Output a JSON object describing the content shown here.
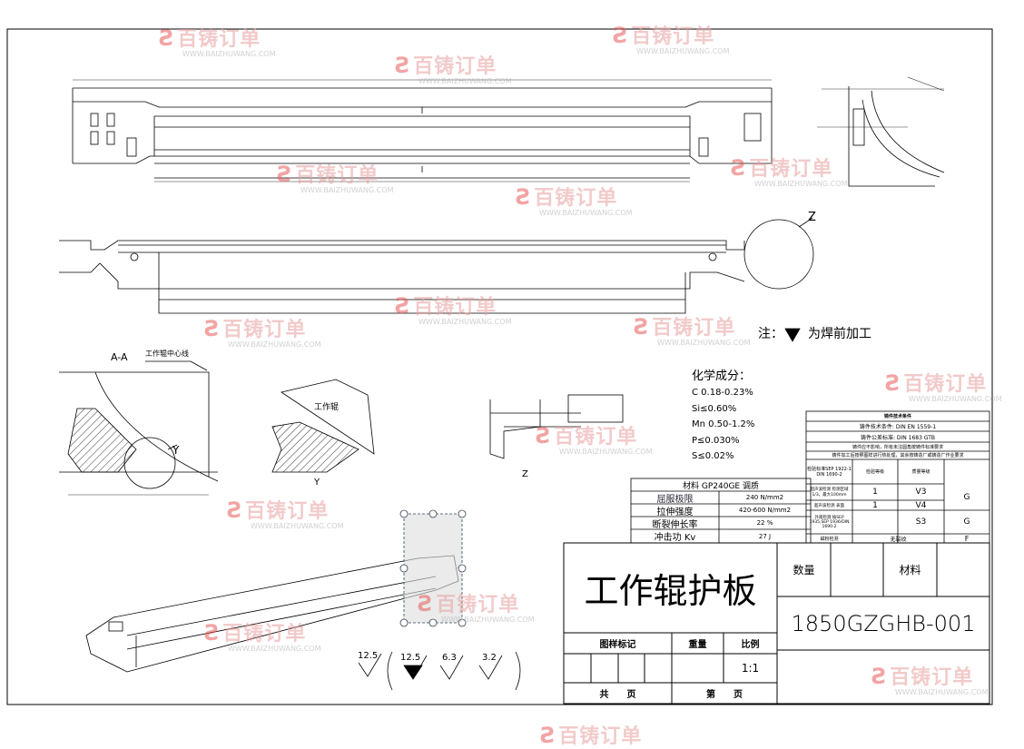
{
  "watermark": {
    "brand": "百铸订单",
    "url": "WWW.BAIZHUWANG.COM"
  },
  "views": {
    "section_label": "A-A",
    "roll_centerline_label": "工作辊中心线",
    "detail_y_label": "Y",
    "detail_z_label": "Z",
    "work_roll_label": "工作辊"
  },
  "note": {
    "prefix": "注：",
    "text": "为焊前加工"
  },
  "chemistry": {
    "title": "化学成分：",
    "lines": [
      "C 0.18-0.23%",
      "Si≤0.60%",
      "Mn 0.50-1.2%",
      "P≤0.030%",
      "S≤0.02%"
    ]
  },
  "material_table": {
    "header": "材料 GP240GE 调质",
    "rows": [
      {
        "label": "屈服极限",
        "value": "240 N/mm2"
      },
      {
        "label": "拉伸强度",
        "value": "420-600 N/mm2"
      },
      {
        "label": "断裂伸长率",
        "value": "22 %"
      },
      {
        "label": "冲击功 Kv",
        "value": "27   J"
      }
    ]
  },
  "spec_table": {
    "rows": [
      "铸件技术条件",
      "铸件技术条件: DIN EN 1559-1",
      "铸件公差标准: DIN 1683 GTB",
      "铸件应不影响，所有未注圆角按铸件标准要求",
      "铸件加工后按照图样进行热处理，其余按铸造厂或铸造厂作业要求"
    ],
    "grid_header": [
      "检验标准SEP 1922-1 DIN 1690-2",
      "检验等级",
      "质量等级",
      ""
    ],
    "grid_rows": [
      [
        "超声波检测 检测区域1/3，最大100mm",
        "1",
        "V3",
        "G"
      ],
      [
        "超声波检测 表面",
        "1",
        "V4",
        ""
      ],
      [
        "外观检测 按SEP 1935,SEP 1936/DIN 1690-2",
        "",
        "S3",
        "G"
      ],
      [
        "磁粉检测",
        "",
        "无裂纹",
        "F"
      ]
    ]
  },
  "title_block": {
    "part_name": "工作辊护板",
    "quantity_label": "数量",
    "material_label": "材料",
    "drawing_number": "1850GZGHB-001",
    "mark_label": "图样标记",
    "weight_label": "重量",
    "scale_label": "比例",
    "scale_value": "1:1",
    "total_pages_label": "共　　页",
    "page_label": "第　　页"
  },
  "roughness": {
    "general": "12.5",
    "others": [
      "12.5",
      "6.3",
      "3.2"
    ]
  }
}
